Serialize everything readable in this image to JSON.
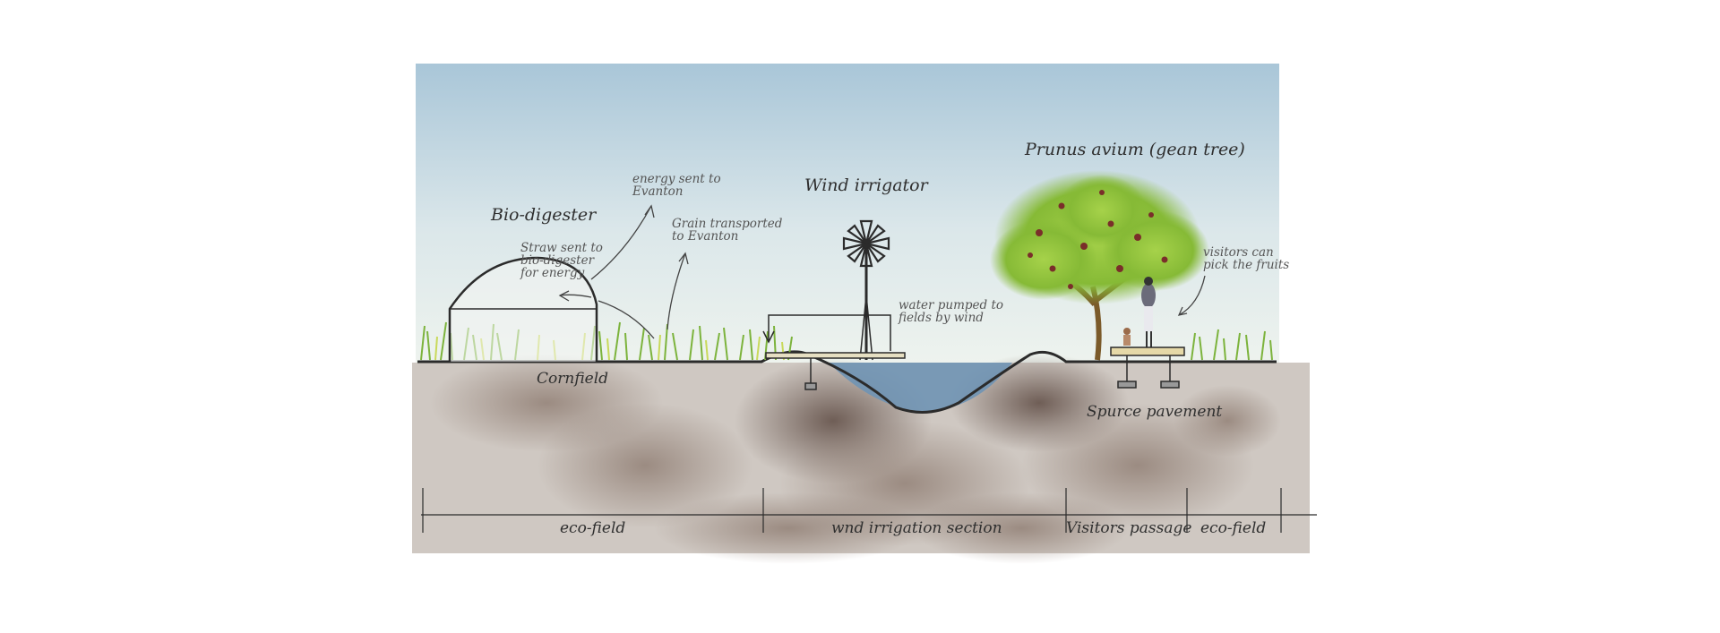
{
  "labels": {
    "bio_digester": "Bio-digester",
    "straw_sent": "Straw sent to bio-digester for energy",
    "energy_sent": "energy sent to Evanton",
    "grain_transported": "Grain transported to Evanton",
    "wind_irrigator": "Wind irrigator",
    "water_pumped": "water pumped to fields by wind",
    "prunus": "Prunus avium (gean tree)",
    "visitors_pick": "visitors can pick the fruits",
    "cornfield": "Cornfield",
    "spurce": "Spurce pavement"
  },
  "sections": [
    "eco-field",
    "wnd irrigation section",
    "Visitors passage",
    "eco-field"
  ],
  "colors": {
    "sky_top": "#a9c6d8",
    "sky_bottom": "#eef3ee",
    "soil_light": "#cbc3bd",
    "soil_dark": "#5e4b43",
    "water": "#6f93b4",
    "grass": "#7cb33c",
    "tree_leaves": "#8fc23a",
    "berries": "#7a2e2a",
    "ink": "#2b2b2b"
  }
}
